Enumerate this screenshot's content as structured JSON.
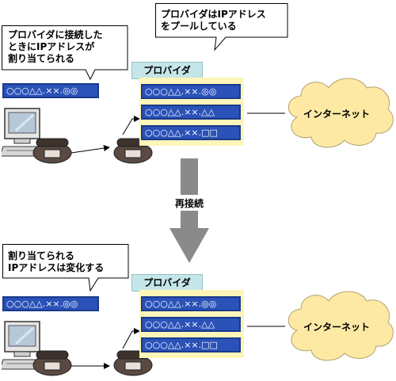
{
  "callouts": {
    "top_left": [
      "プロバイダに接続した",
      "ときにIPアドレスが",
      "割り当てられる"
    ],
    "top_center": [
      "プロバイダはIPアドレス",
      "をプールしている"
    ],
    "bottom_left": [
      "割り当てられる",
      "IPアドレスは変化する"
    ]
  },
  "top": {
    "provider_label": "プロバイダ",
    "assigned_ip": "○○○△△.××.◎◎",
    "pool": [
      "○○○△△.××.◎◎",
      "○○○△△.××.△△",
      "○○○△△.××.□□"
    ],
    "internet_label": "インターネット"
  },
  "reconnect_label": "再接続",
  "bottom": {
    "provider_label": "プロバイダ",
    "assigned_ip": "○○○△△.××.◎◎",
    "pool": [
      "○○○△△.××.◎◎",
      "○○○△△.××.△△",
      "○○○△△.××.□□"
    ],
    "internet_label": "インターネット"
  },
  "colors": {
    "ip_chip": "#2a52b8",
    "pool_panel": "#fdf6b8",
    "provider_label": "#c5e6e8",
    "cloud": "#fde9a4",
    "arrow": "#8a8a8a"
  }
}
